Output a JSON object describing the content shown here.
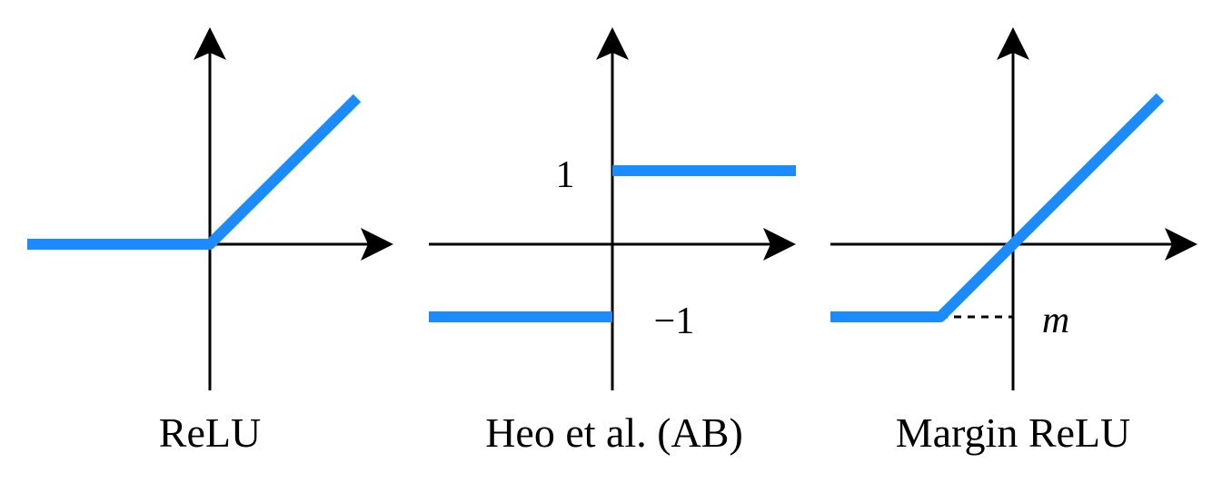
{
  "colors": {
    "curve": "#1a8cff",
    "axis": "#000000"
  },
  "panels": [
    {
      "caption": "ReLU",
      "function": "relu"
    },
    {
      "caption": "Heo et al. (AB)",
      "function": "step",
      "labels": {
        "upper": "1",
        "lower": "−1"
      }
    },
    {
      "caption": "Margin ReLU",
      "function": "margin-relu",
      "labels": {
        "margin": "m"
      }
    }
  ]
}
